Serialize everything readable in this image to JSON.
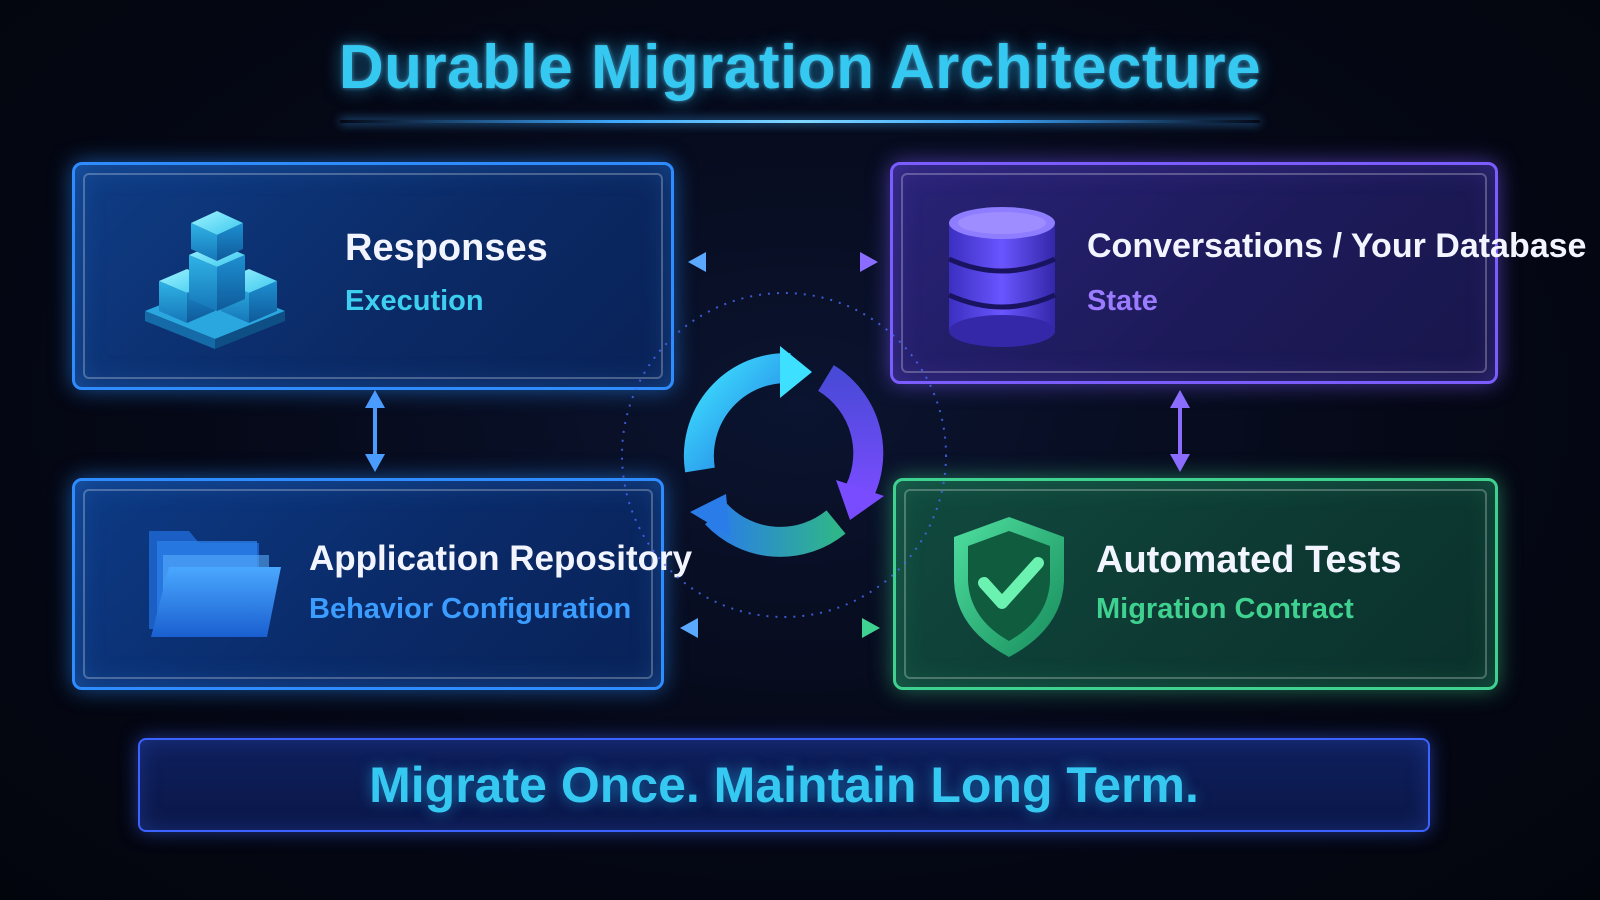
{
  "diagram": {
    "title": "Durable Migration Architecture",
    "nodes": {
      "responses": {
        "title": "Responses",
        "subtitle": "Execution",
        "icon": "cubes-icon"
      },
      "conversations": {
        "title": "Conversations / Your Database",
        "subtitle": "State",
        "icon": "database-icon"
      },
      "repository": {
        "title": "Application Repository",
        "subtitle": "Behavior Configuration",
        "icon": "folder-icon"
      },
      "tests": {
        "title": "Automated Tests",
        "subtitle": "Migration Contract",
        "icon": "shield-check-icon"
      }
    },
    "center_icon": "cycle-arrows-icon",
    "footer": "Migrate Once. Maintain Long Term.",
    "colors": {
      "accent_cyan": "#35c9f2",
      "blue": "#2f8cff",
      "purple": "#7a5cff",
      "green": "#3fd18f"
    }
  }
}
